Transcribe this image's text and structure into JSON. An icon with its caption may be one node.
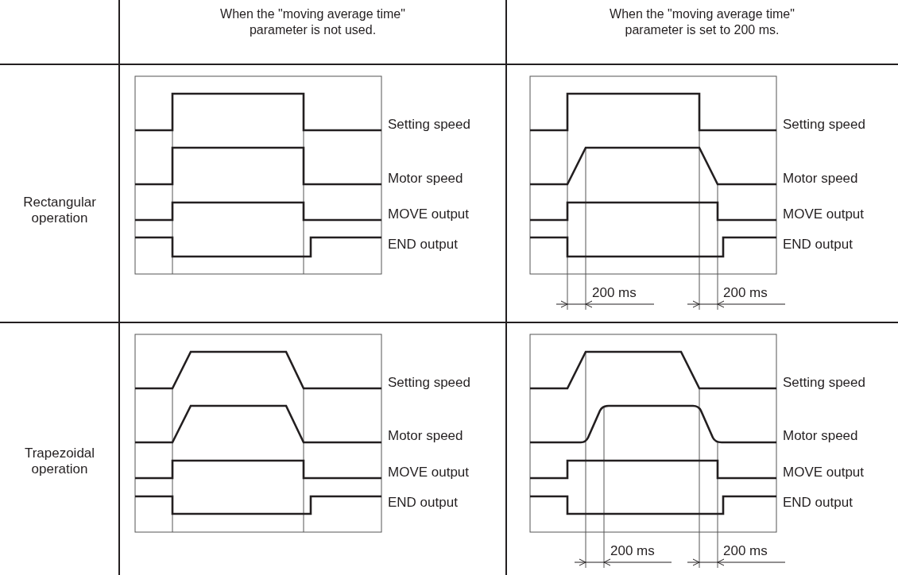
{
  "diagram": {
    "labels": [
      "When the \"moving average time\" parameter is not used.",
      "When the \"moving average time\" parameter is set to 200 ms.",
      "Rectangular operation",
      "Setting speed",
      "Motor speed",
      "MOVE output",
      "END output",
      "Setting speed",
      "Motor speed",
      "MOVE output",
      "END output",
      "200 ms",
      "200 ms",
      "Trapezoidal operation",
      "Setting speed",
      "Motor speed",
      "MOVE output",
      "END output",
      "Setting speed",
      "Motor speed",
      "MOVE output",
      "END output",
      "200 ms",
      "200 ms"
    ]
  }
}
